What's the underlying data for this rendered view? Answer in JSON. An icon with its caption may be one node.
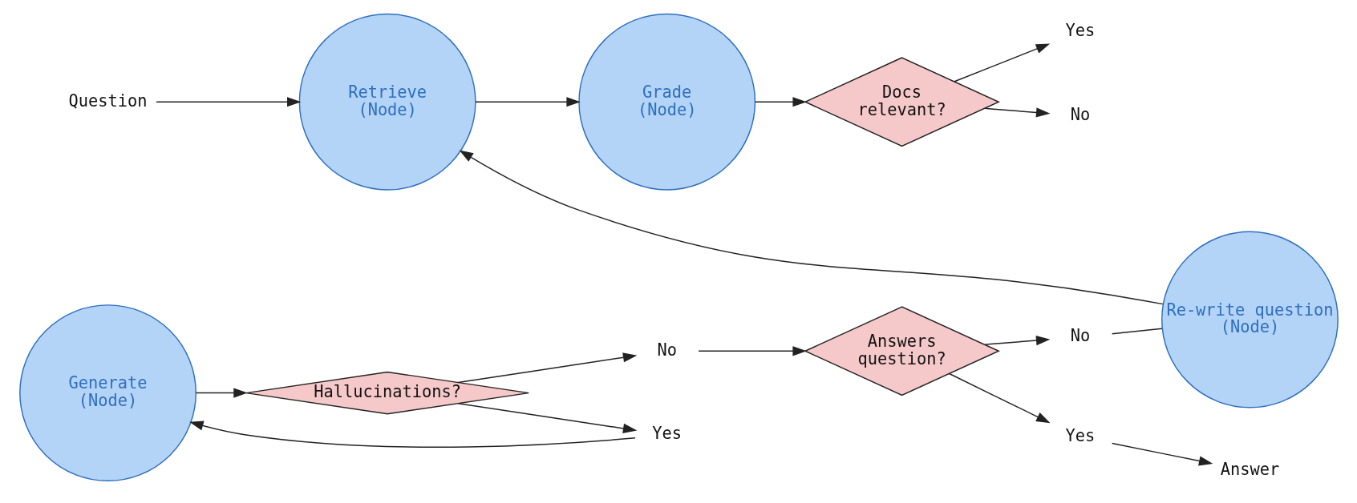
{
  "diagram": {
    "nodes": [
      {
        "text": [
          "Question"
        ]
      },
      {
        "text": [
          "Retrieve (Node)"
        ]
      },
      {
        "text": [
          "Grade (Node)"
        ]
      },
      {
        "text": [
          "Docs relevant?"
        ]
      },
      {
        "text": [
          "Yes"
        ]
      },
      {
        "text": [
          "No"
        ]
      },
      {
        "text": [
          "Generate (Node)"
        ]
      },
      {
        "text": [
          "Hallucinations?"
        ]
      },
      {
        "text": [
          "No"
        ]
      },
      {
        "text": [
          "Yes"
        ]
      },
      {
        "text": [
          "Answers question?"
        ]
      },
      {
        "text": [
          "Yes"
        ]
      },
      {
        "text": [
          "Answer"
        ]
      },
      {
        "text": [
          "No"
        ]
      },
      {
        "text": [
          "Re-write question (Node)"
        ]
      }
    ],
    "edges": [
      {
        "from": 0,
        "to": 1,
        "arrow": "to"
      },
      {
        "from": 1,
        "to": 2,
        "arrow": "to"
      },
      {
        "from": 2,
        "to": 3,
        "arrow": "to"
      },
      {
        "from": 3,
        "to": 4,
        "arrow": "to"
      },
      {
        "from": 3,
        "to": 5,
        "arrow": "to"
      },
      {
        "from": 6,
        "to": 7,
        "arrow": "to"
      },
      {
        "from": 7,
        "to": 8,
        "arrow": "to"
      },
      {
        "from": 7,
        "to": 9,
        "arrow": "to"
      },
      {
        "from": 9,
        "to": 6,
        "arrow": "to"
      },
      {
        "from": 8,
        "to": 10,
        "arrow": "to"
      },
      {
        "from": 10,
        "to": 11,
        "arrow": "to"
      },
      {
        "from": 10,
        "to": 13,
        "arrow": "to"
      },
      {
        "from": 11,
        "to": 12,
        "arrow": "to"
      },
      {
        "from": 13,
        "to": 14,
        "arrow": "none"
      },
      {
        "from": 14,
        "to": 1,
        "arrow": "to"
      }
    ]
  }
}
